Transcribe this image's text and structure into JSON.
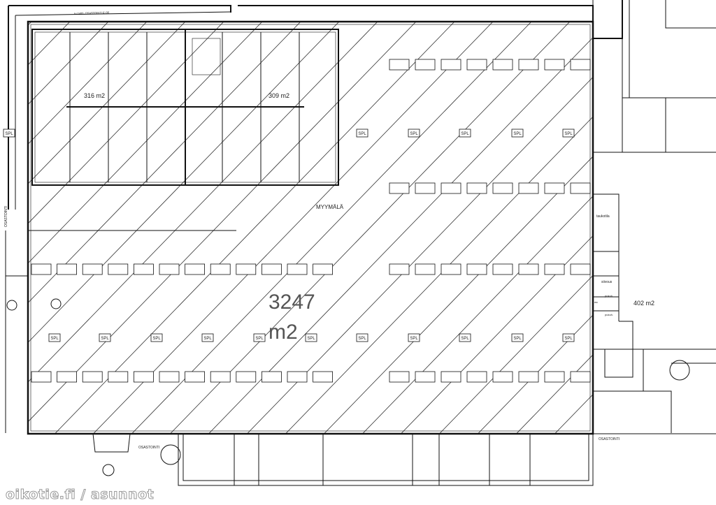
{
  "plan": {
    "main_area": "3247",
    "main_area_unit": "m2",
    "main_label": "MYYMÄLÄ",
    "room_316": "316 m2",
    "room_309": "309 m2",
    "room_402": "402 m2",
    "break_room": "taukotila",
    "cleaning": "siivous",
    "wc": "wc",
    "changing": "pukuh.",
    "partition": "OSASTOINTI",
    "top_wall_note": "h=2400, OSASTOINTI EI 90",
    "spl": "SPL"
  },
  "watermark": "oikotie.fi / asunnot",
  "colors": {
    "line": "#111111",
    "background": "#ffffff"
  }
}
